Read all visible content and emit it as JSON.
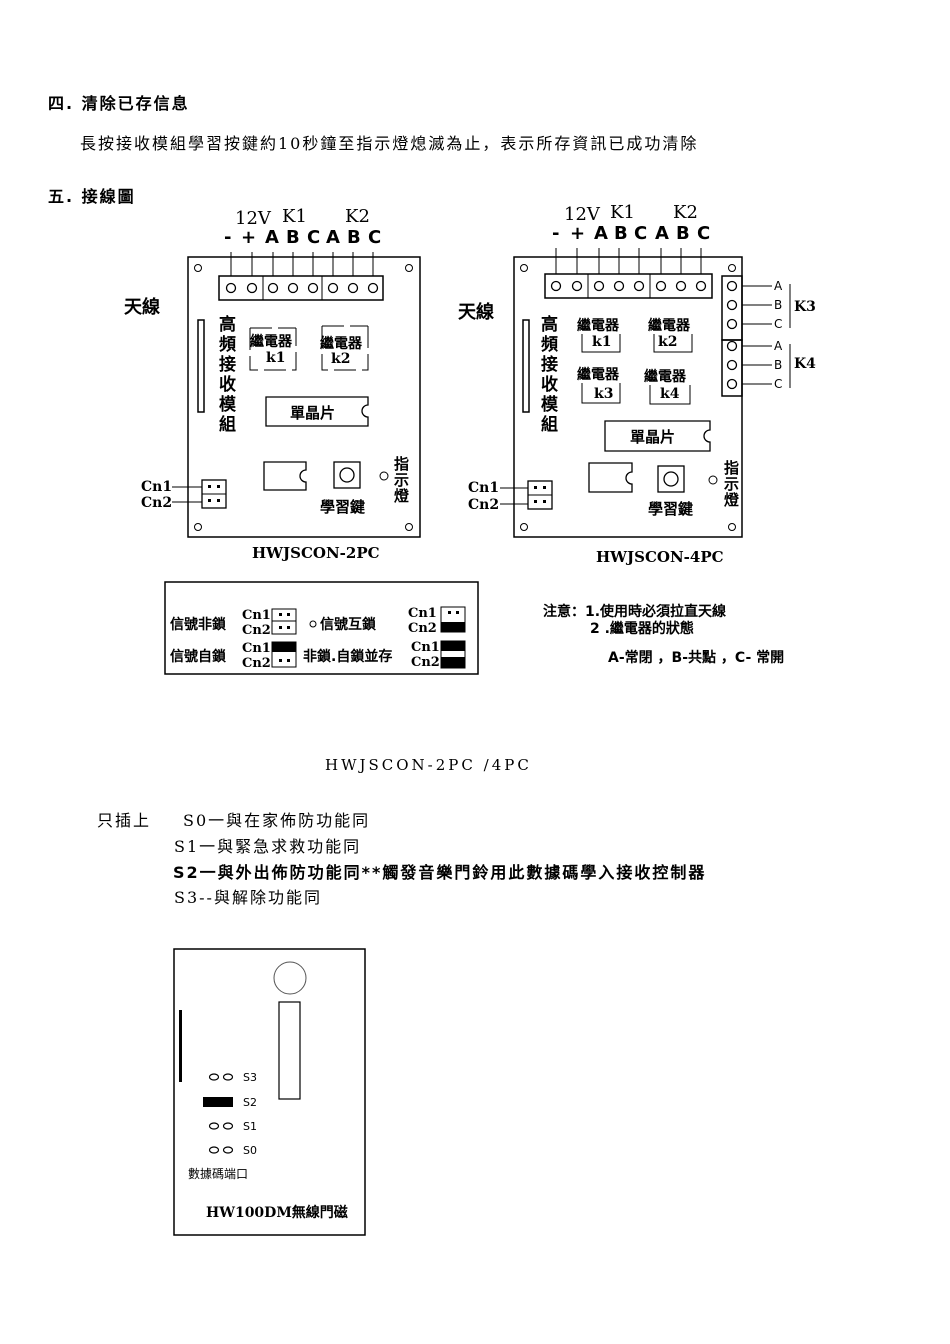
{
  "section4": {
    "heading": "四. 清除已存信息",
    "body": "長按接收模組學習按鍵約10秒鐘至指示燈熄滅為止，表示所存資訊已成功清除"
  },
  "section5": {
    "heading": "五. 接線圖"
  },
  "board_common": {
    "terminal_top_row": "12V  K1      K2",
    "terminal_bottom_row": "- + A B C A B C",
    "label_12v": "12V",
    "label_k1": "K1",
    "label_k2": "K2",
    "pin_labels": [
      "-",
      "+",
      "A",
      "B",
      "C",
      "A",
      "B",
      "C"
    ],
    "antenna": "天線",
    "module": [
      "高",
      "頻",
      "接",
      "收",
      "模",
      "組"
    ],
    "relay": "繼電器",
    "k1": "k1",
    "k2": "k2",
    "k3": "k3",
    "k4": "k4",
    "chip": "單晶片",
    "learn_key": "學習鍵",
    "indicator": [
      "指",
      "示",
      "燈"
    ],
    "cn1": "Cn1",
    "cn2": "Cn2"
  },
  "board_2pc": {
    "model": "HWJSCON-2PC"
  },
  "board_4pc": {
    "model": "HWJSCON-4PC",
    "side_pins": [
      "A",
      "B",
      "C",
      "A",
      "B",
      "C"
    ],
    "k3_label": "K3",
    "k4_label": "K4"
  },
  "jumper_legend": {
    "non_latch": "信號非鎖",
    "interlock": "信號互鎖",
    "self_latch": "信號自鎖",
    "non_latch_and_latch": "非鎖.自鎖並存",
    "cn1": "Cn1",
    "cn2": "Cn2"
  },
  "notes": {
    "line1": "注意：1.使用時必須拉直天線",
    "line2": "2 .繼電器的狀態",
    "line3": "A-常閉 ，B-共點 ，C- 常開"
  },
  "model_caption": "HWJSCON-2PC /4PC",
  "codes": {
    "prefix": "只插上",
    "s0": "S0一與在家佈防功能同",
    "s1": "S1一與緊急求救功能同",
    "s2": "S2一與外出佈防功能同**觸發音樂門鈴用此數據碼學入接收控制器",
    "s3": "S3--與解除功能同"
  },
  "door_sensor": {
    "pins": [
      "S3",
      "S2",
      "S1",
      "S0"
    ],
    "port_label": "數據碼端口",
    "model": "HW100DM無線門磁"
  }
}
